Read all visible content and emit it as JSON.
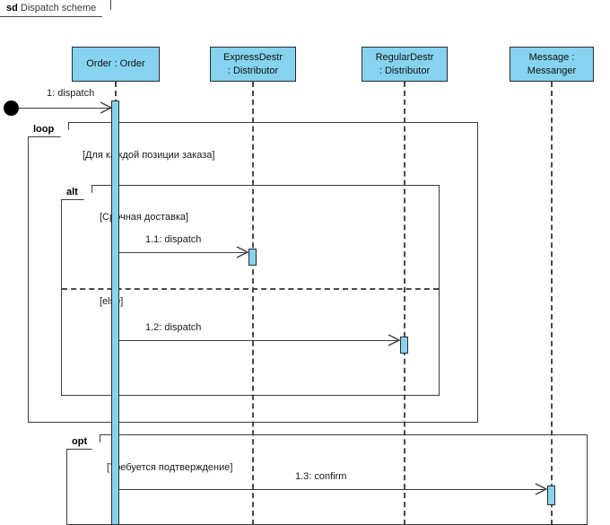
{
  "diagram": {
    "kind_keyword": "sd",
    "title": "Dispatch scheme",
    "colors": {
      "lifeline_fill": "#86d3f0",
      "line": "#3c3c3c",
      "text": "#1a1a1a"
    }
  },
  "lifelines": [
    {
      "id": "order",
      "line1": "Order : Order",
      "line2": ""
    },
    {
      "id": "expressdestr",
      "line1": "ExpressDestr",
      "line2": ": Distributor"
    },
    {
      "id": "regulardestr",
      "line1": "RegularDestr",
      "line2": ": Distributor"
    },
    {
      "id": "messenger",
      "line1": "Message :",
      "line2": "Messanger"
    }
  ],
  "messages": [
    {
      "id": "m0",
      "label": "1: dispatch",
      "from": "found",
      "to": "order"
    },
    {
      "id": "m1",
      "label": "1.1: dispatch",
      "from": "order",
      "to": "expressdestr"
    },
    {
      "id": "m2",
      "label": "1.2: dispatch",
      "from": "order",
      "to": "regulardestr"
    },
    {
      "id": "m3",
      "label": "1.3: confirm",
      "from": "order",
      "to": "messenger"
    }
  ],
  "fragments": [
    {
      "id": "loop",
      "operator": "loop",
      "guards": [
        "[Для каждой позиции заказа]"
      ]
    },
    {
      "id": "alt",
      "operator": "alt",
      "guards": [
        "[Срочная доставка]",
        "[else]"
      ]
    },
    {
      "id": "opt",
      "operator": "opt",
      "guards": [
        "[Требуется подтверждение]"
      ]
    }
  ]
}
